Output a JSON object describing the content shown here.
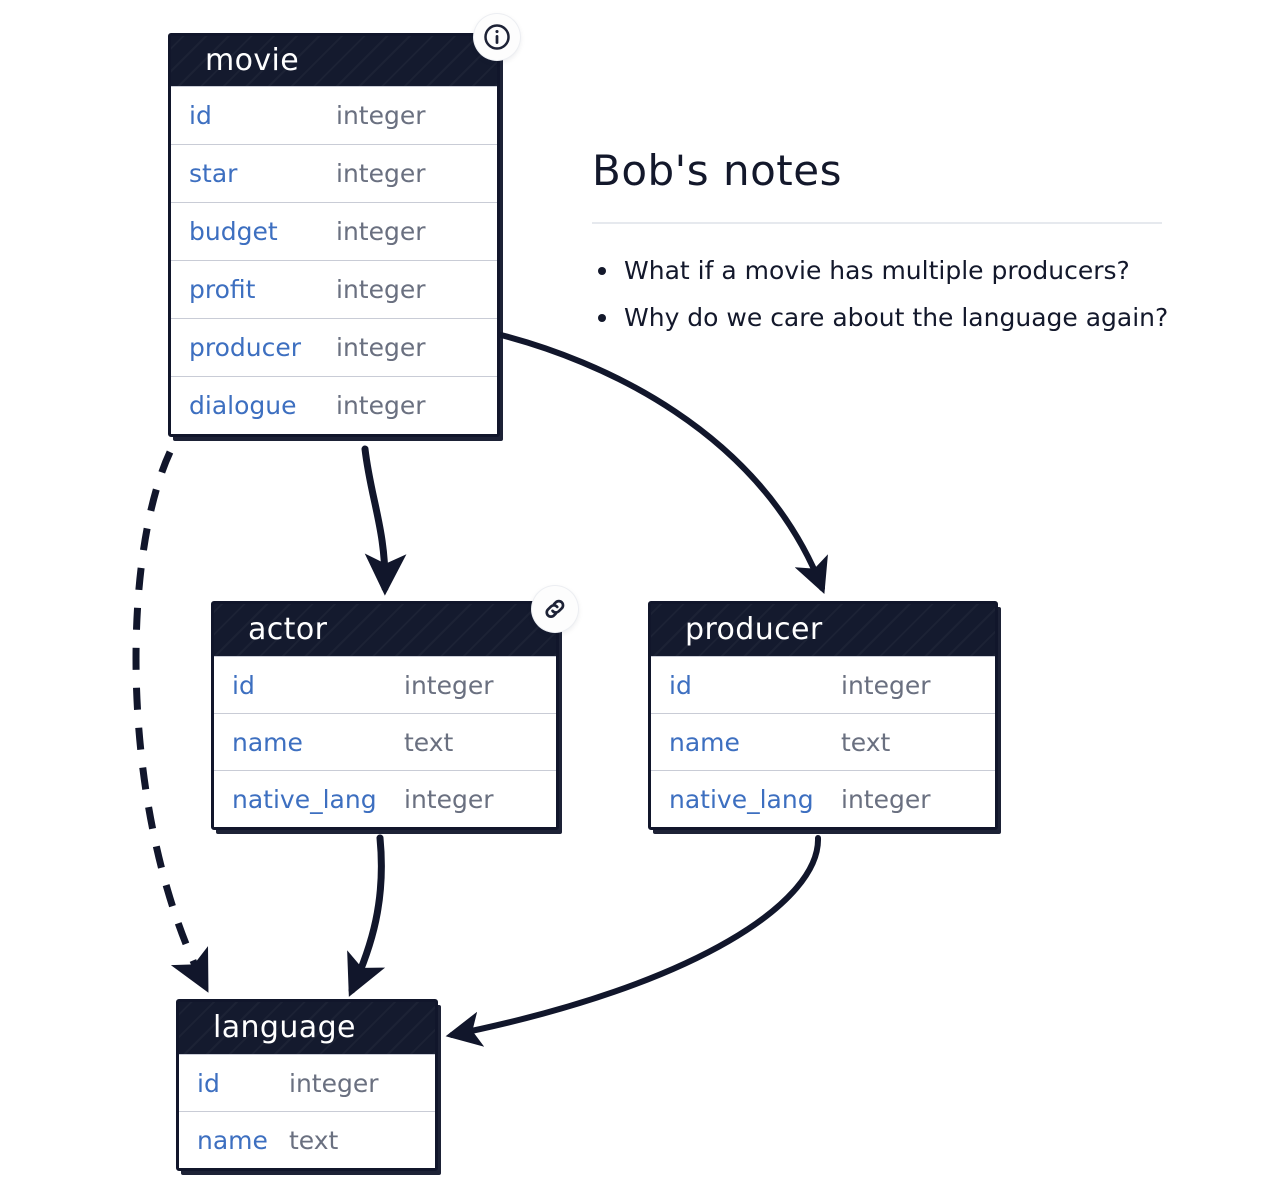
{
  "diagram": {
    "type": "entity-relationship-diagram",
    "tables": [
      {
        "name": "movie",
        "badge": "info-icon",
        "fields": [
          {
            "name": "id",
            "type": "integer"
          },
          {
            "name": "star",
            "type": "integer"
          },
          {
            "name": "budget",
            "type": "integer"
          },
          {
            "name": "profit",
            "type": "integer"
          },
          {
            "name": "producer",
            "type": "integer"
          },
          {
            "name": "dialogue",
            "type": "integer"
          }
        ]
      },
      {
        "name": "actor",
        "badge": "link-icon",
        "fields": [
          {
            "name": "id",
            "type": "integer"
          },
          {
            "name": "name",
            "type": "text"
          },
          {
            "name": "native_lang",
            "type": "integer"
          }
        ]
      },
      {
        "name": "producer",
        "badge": null,
        "fields": [
          {
            "name": "id",
            "type": "integer"
          },
          {
            "name": "name",
            "type": "text"
          },
          {
            "name": "native_lang",
            "type": "integer"
          }
        ]
      },
      {
        "name": "language",
        "badge": null,
        "fields": [
          {
            "name": "id",
            "type": "integer"
          },
          {
            "name": "name",
            "type": "text"
          }
        ]
      }
    ],
    "relationships": [
      {
        "from": "movie",
        "to": "actor",
        "style": "solid"
      },
      {
        "from": "movie",
        "to": "producer",
        "style": "solid"
      },
      {
        "from": "movie",
        "to": "language",
        "style": "dashed"
      },
      {
        "from": "actor",
        "to": "language",
        "style": "solid"
      },
      {
        "from": "producer",
        "to": "language",
        "style": "solid"
      }
    ]
  },
  "notes": {
    "title": "Bob's notes",
    "items": [
      "What if a movie has multiple producers?",
      "Why do we care about the language again?"
    ]
  },
  "colors": {
    "header_bg": "#141a2e",
    "field_name": "#3d6fc0",
    "field_type": "#6a7080",
    "edge": "#11162b",
    "canvas": "#ffffff"
  }
}
